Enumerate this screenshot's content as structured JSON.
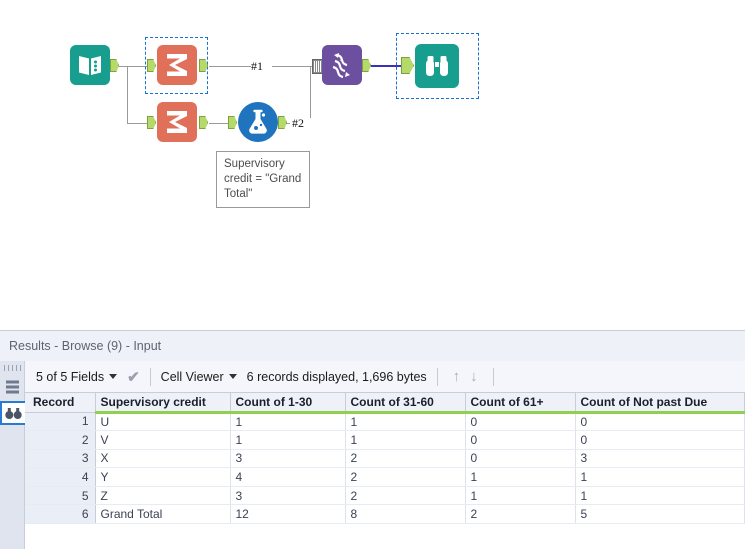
{
  "canvas": {
    "tools": [
      {
        "id": "input-data",
        "label": "Input Data",
        "icon": "book-icon",
        "color": "#189e8e",
        "selected": false
      },
      {
        "id": "summarize-1",
        "label": "Summarize",
        "icon": "sigma-icon",
        "color": "#e0705a",
        "selected": true
      },
      {
        "id": "summarize-2",
        "label": "Summarize",
        "icon": "sigma-icon",
        "color": "#e0705a",
        "selected": false
      },
      {
        "id": "formula",
        "label": "Formula",
        "icon": "flask-icon",
        "color": "#1f74bd",
        "selected": false
      },
      {
        "id": "union",
        "label": "Union",
        "icon": "union-arrows-icon",
        "color": "#6d4fa0",
        "selected": false
      },
      {
        "id": "browse",
        "label": "Browse",
        "icon": "binoculars-icon",
        "color": "#189e8e",
        "selected": true
      }
    ],
    "connection_labels": [
      {
        "id": "conn-1",
        "text": "#1"
      },
      {
        "id": "conn-2",
        "text": "#2"
      }
    ],
    "annotation": {
      "text": "Supervisory credit = \"Grand Total\""
    },
    "colors": {
      "selection": "#1a6fd4",
      "anchor": "#b5d96a",
      "wire": "#9a9a9a",
      "wire_active": "#3b2fbd"
    }
  },
  "results": {
    "title": "Results - Browse (9) - Input",
    "rail": {
      "data-icon": "table-rows-icon",
      "browse-icon": "binoculars-icon"
    },
    "toolbar": {
      "fields_label": "5 of 5 Fields",
      "cell_viewer_label": "Cell Viewer",
      "records_label": "6 records displayed, 1,696 bytes",
      "up_arrow": "↑",
      "down_arrow": "↓",
      "check": "✔"
    },
    "table": {
      "record_header": "Record",
      "columns": [
        "Supervisory credit",
        "Count of 1-30",
        "Count of 31-60",
        "Count of 61+",
        "Count of Not past Due"
      ],
      "rows": [
        {
          "record": "1",
          "cells": [
            "U",
            "1",
            "1",
            "0",
            "0"
          ]
        },
        {
          "record": "2",
          "cells": [
            "V",
            "1",
            "1",
            "0",
            "0"
          ]
        },
        {
          "record": "3",
          "cells": [
            "X",
            "3",
            "2",
            "0",
            "3"
          ]
        },
        {
          "record": "4",
          "cells": [
            "Y",
            "4",
            "2",
            "1",
            "1"
          ]
        },
        {
          "record": "5",
          "cells": [
            "Z",
            "3",
            "2",
            "1",
            "1"
          ]
        },
        {
          "record": "6",
          "cells": [
            "Grand Total",
            "12",
            "8",
            "2",
            "5"
          ]
        }
      ]
    }
  }
}
